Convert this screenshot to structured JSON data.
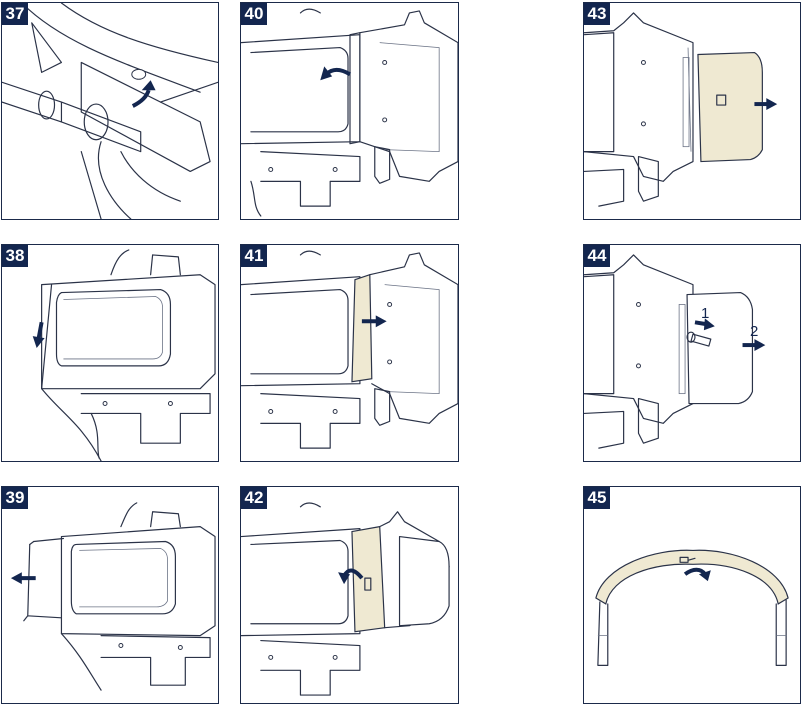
{
  "panels": {
    "p37": {
      "number": "37"
    },
    "p38": {
      "number": "38"
    },
    "p39": {
      "number": "39"
    },
    "p40": {
      "number": "40"
    },
    "p41": {
      "number": "41"
    },
    "p42": {
      "number": "42"
    },
    "p43": {
      "number": "43"
    },
    "p44": {
      "number": "44",
      "label_1": "1",
      "label_2": "2"
    },
    "p45": {
      "number": "45"
    }
  },
  "colors": {
    "frame": "#1b2a4a",
    "badge": "#13264f",
    "highlight": "#efe9d2"
  }
}
